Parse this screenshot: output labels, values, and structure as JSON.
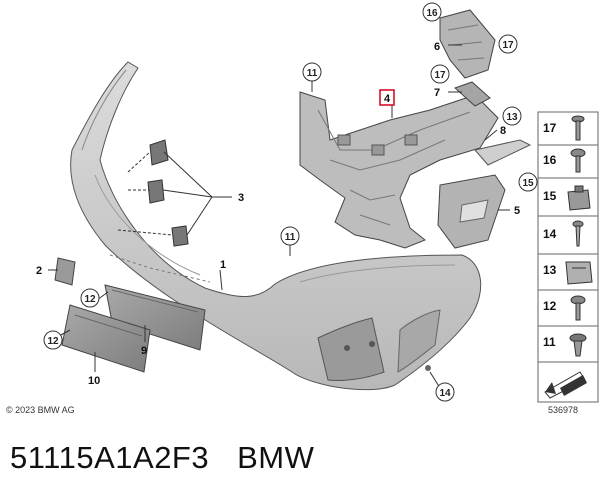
{
  "callouts": {
    "c16": "16",
    "c17a": "17",
    "c11a": "11",
    "c17b": "17",
    "c13": "13",
    "c15": "15",
    "c11b": "11",
    "c12a": "12",
    "c12b": "12",
    "c14": "14"
  },
  "labels": {
    "l6": "6",
    "l7": "7",
    "l4": "4",
    "l8": "8",
    "l5": "5",
    "l3": "3",
    "l1": "1",
    "l2": "2",
    "l9": "9",
    "l10": "10"
  },
  "legend": [
    "17",
    "16",
    "15",
    "14",
    "13",
    "12",
    "11"
  ],
  "copyright": "© 2023 BMW AG",
  "figure_id": "536978",
  "footer": {
    "part_number": "51115A1A2F3",
    "brand": "BMW"
  },
  "colors": {
    "part_fill": "#c9c9c9",
    "part_dark": "#8e8e8e",
    "highlight": "#d0021b",
    "line": "#333333"
  }
}
